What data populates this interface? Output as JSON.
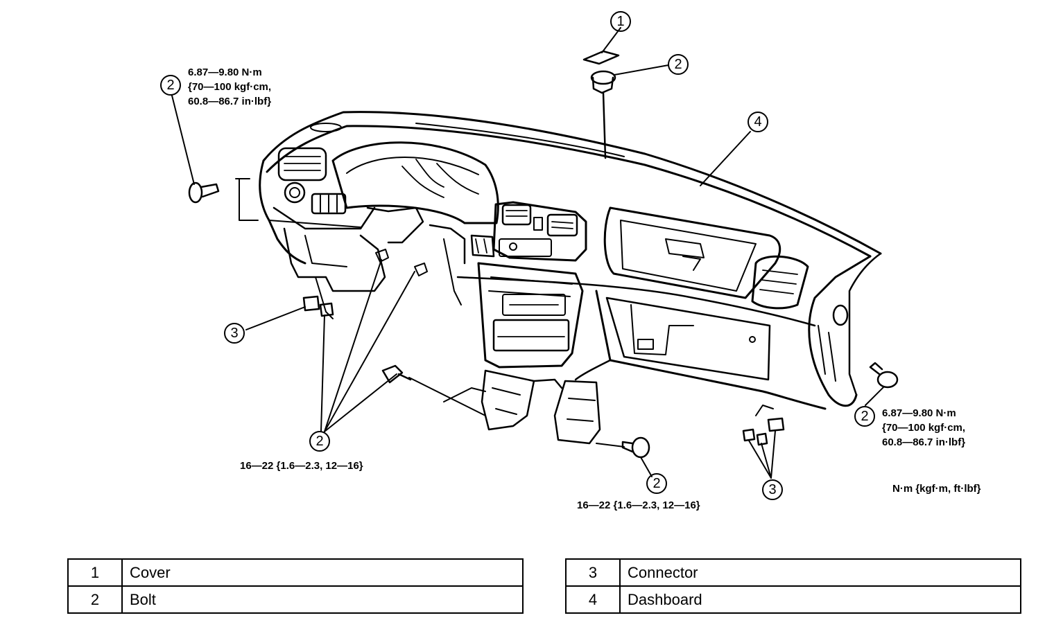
{
  "callouts": {
    "c1": "1",
    "c2_top": "2",
    "c2_left": "2",
    "c2_right": "2",
    "c2_bottom_left": "2",
    "c2_bottom_center": "2",
    "c3_left": "3",
    "c3_right": "3",
    "c4": "4"
  },
  "torque_specs": {
    "upper_left": [
      "6.87—9.80 N·m",
      "{70—100 kgf·cm,",
      "60.8—86.7 in·lbf}"
    ],
    "lower_right": [
      "6.87—9.80 N·m",
      "{70—100 kgf·cm,",
      "60.8—86.7 in·lbf}"
    ],
    "bottom_left": "16—22 {1.6—2.3, 12—16}",
    "bottom_center": "16—22 {1.6—2.3, 12—16}",
    "units_note": "N·m {kgf·m, ft·lbf}"
  },
  "legend": {
    "left": [
      {
        "num": "1",
        "name": "Cover"
      },
      {
        "num": "2",
        "name": "Bolt"
      }
    ],
    "right": [
      {
        "num": "3",
        "name": "Connector"
      },
      {
        "num": "4",
        "name": "Dashboard"
      }
    ]
  }
}
